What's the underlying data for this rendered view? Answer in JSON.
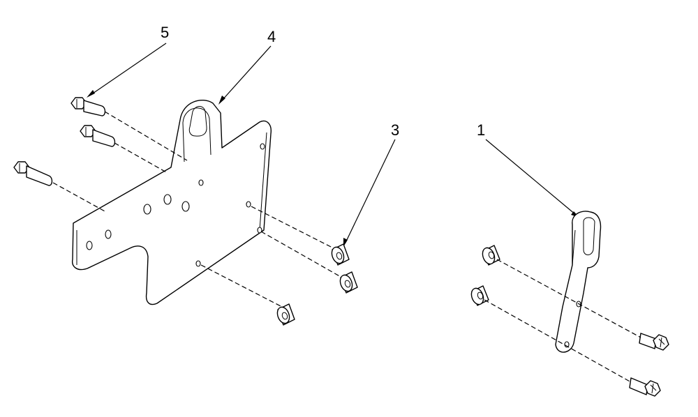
{
  "callouts": {
    "c1": "1",
    "c3": "3",
    "c4": "4",
    "c5": "5"
  },
  "colors": {
    "line": "#000000",
    "background": "#ffffff"
  }
}
